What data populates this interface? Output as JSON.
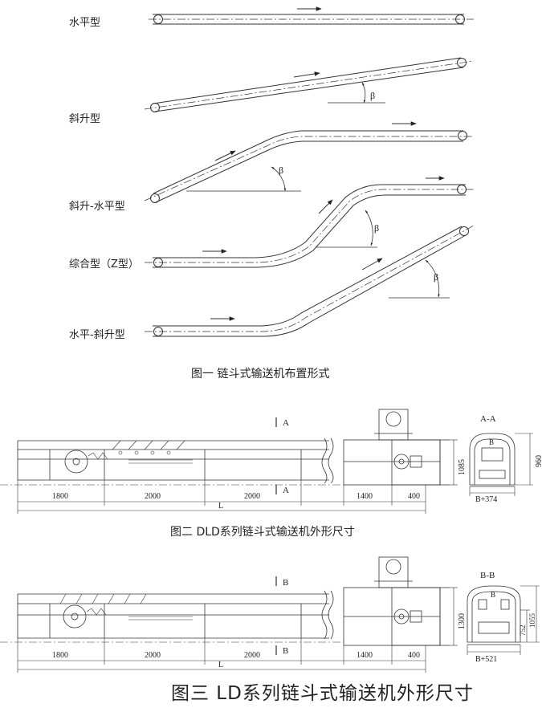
{
  "layouts": {
    "labels": [
      "水平型",
      "斜升型",
      "斜升-水平型",
      "综合型（Z型）",
      "水平-斜升型"
    ],
    "angle_symbol": "β",
    "caption": "图一 链斗式输送机布置形式"
  },
  "dld": {
    "caption": "图二 DLD系列链斗式输送机外形尺寸",
    "section_mark": "A",
    "section_title": "A-A",
    "dims": {
      "tail": "1800",
      "mid1": "2000",
      "mid2": "2000",
      "head": "1400",
      "drive": "400",
      "total": "L",
      "height": "1085",
      "section_height": "960",
      "section_width": "B+374",
      "inner": "B"
    }
  },
  "ld": {
    "caption": "图三 LD系列链斗式输送机外形尺寸",
    "section_mark": "B",
    "section_title": "B-B",
    "dims": {
      "tail": "1800",
      "mid1": "2000",
      "mid2": "2000",
      "head": "1400",
      "drive": "400",
      "total": "L",
      "height": "1300",
      "section_inner_height": "752",
      "section_height": "1055",
      "section_width": "B+521",
      "inner": "B"
    }
  }
}
